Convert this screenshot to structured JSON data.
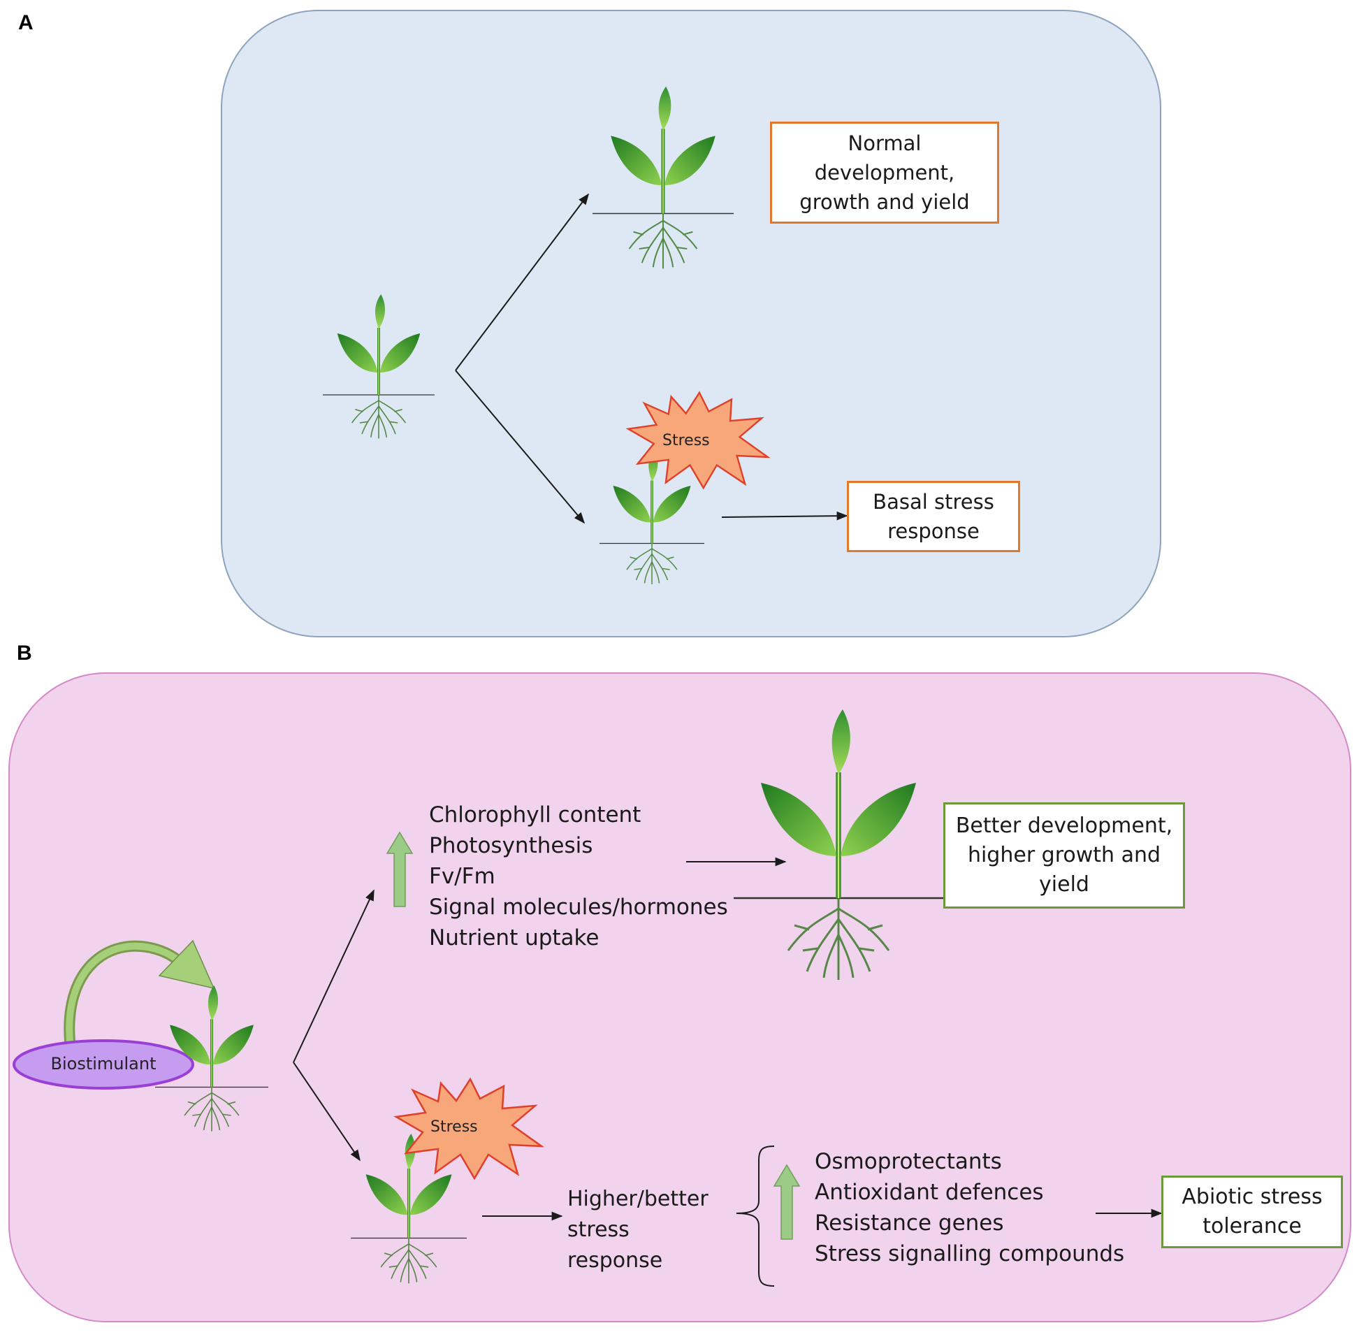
{
  "panel_a": {
    "label": "A",
    "outcome_normal": "Normal development, growth and yield",
    "stress": "Stress",
    "outcome_stress": "Basal stress response"
  },
  "panel_b": {
    "label": "B",
    "biostimulant": "Biostimulant",
    "up_list": [
      "Chlorophyll content",
      "Photosynthesis",
      "Fv/Fm",
      "Signal molecules/hormones",
      "Nutrient uptake"
    ],
    "outcome_better": "Better development, higher growth and yield",
    "stress": "Stress",
    "response": "Higher/better stress response",
    "stress_list": [
      "Osmoprotectants",
      "Antioxidant defences",
      "Resistance genes",
      "Stress signalling compounds"
    ],
    "outcome_tolerance": "Abiotic stress tolerance"
  },
  "colors": {
    "panel_a_bg": "#dde8f4",
    "panel_b_bg": "#f2d3ee",
    "orange_border": "#e07a2a",
    "green_border": "#6a9a3a",
    "up_arrow": "#9bcb86",
    "stress_burst": "#f7a77a",
    "biostimulant_ellipse": "#c59cf0"
  },
  "icons": [
    "seedling-icon",
    "up-arrow-icon",
    "stress-burst-icon",
    "curved-arrow-icon",
    "brace-icon"
  ]
}
